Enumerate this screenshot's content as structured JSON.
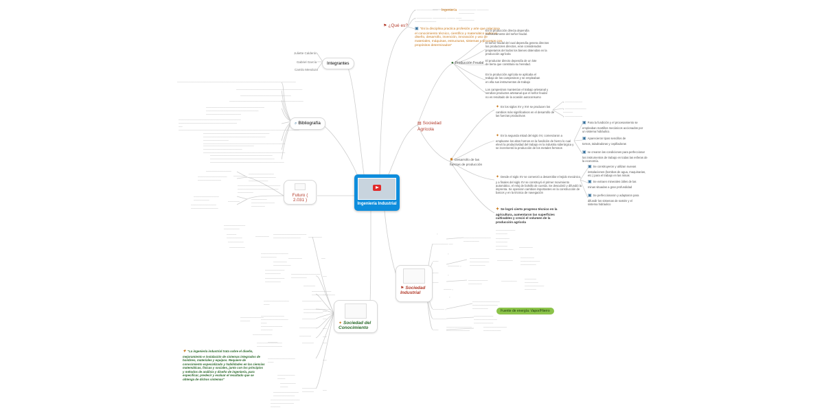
{
  "central": {
    "title": "Ingeniería Industrial"
  },
  "que_es": {
    "label": "¿Qué es?",
    "topline_a": "Ingeniería",
    "definition": "\"Es la disciplina practica profesión y arte que relaciona el conocimiento técnico, científico y matemático sobre el diseño, desarrollo, invención, innovación y uso de materiales, máquinas, estructuras, sistemas y procesos con propósitos determinados\""
  },
  "integrantes": {
    "label": "Integrantes",
    "members": [
      "Juliette Calderón",
      "Gabriel García",
      "Camilo Mendoza"
    ]
  },
  "bibliografia": {
    "label": "Bibliografía"
  },
  "futuro": {
    "label": "Futuro ( 2.031 )"
  },
  "sociedad_agricola": {
    "label": "Sociedad Agrícola",
    "produccion_feudal": {
      "label": "Producción Feudal",
      "items": [
        "En la producción directa dependía exclusivamente del señor feudal.",
        "El señor feudal del cual dependía genera directos los productores directos, eran considerados propietarios del todos los bienes obtenidos en la producción agrícola",
        "El productor directo dependía de un lote de tierra que constituía su heredad.",
        "En la producción agrícola se aplicaba el trabajo de los campesinos y se empleaban en ella sus instrumentos de trabajo",
        "Los campesinos mantenían el trabajo artesanal y vendían productos artesanal que el señor feudal no es resultado de la ocasión autoconsumo"
      ]
    },
    "desarrollo": {
      "label": "Desarrollo de las fuerzas de producción",
      "siglo_xv": "En los siglos XV y XVI se producen los cambios más significativos en el desarrollo de las fuerzas productivas",
      "segunda_mitad": "En la segunda mitad del siglo XV, comenzaron a emplearse los altos hornos en la fundición de hierro lo cual elevó la productividad del trabajo en la industria siderúrgica y se incrementó la producción de los metales ferrosos",
      "segunda_mitad_children": [
        "Para la fundición y el procesamiento se empleaban martillos mecánicos accionados por un sistema hidráulico.",
        "Aparecieron tipos sencillos de tornos, taladradoras y cepilladoras",
        "se crearon las condiciones para perfeccionar los instrumentos de trabajo en todas las esferas de la economía."
      ],
      "xvi": "Desde el siglo XV se comenzó a desarrollar el tejido mecánico, y a finales del siglo XV se construyó el primer movimiento automático, el reloj de bolsillo de cuerda. Se descubrió y difundió la imprenta. Se operaron cambios importantes en la construcción de barcos y en la técnica de navegación",
      "xvi_children": [
        "Se construyeron y utilizan nuevas instalaciones (bombas de agua, maquinarias, etc.) para el trabajo en las minas",
        "Se extraen minerales útiles de las minas situadas a gran profundidad",
        "Se perfeccionaron y adaptaron para difundir los sistemas de sostén y el sistema hidráulico"
      ],
      "conclusion": "Se logró cierto progreso técnico en la agricultura, aumentaron las superficies cultivables y creció el volumen de la producción agrícola"
    }
  },
  "sociedad_industrial": {
    "label": "Sociedad Industrial",
    "pill": "Fuente de energía: Vapor/Hierro"
  },
  "sociedad_conocimiento": {
    "label": "Sociedad del Conocimiento",
    "quote": "\"La ingeniería industrial trata sobre el diseño, mejoramiento e instalación de sistemas integrados de hombres, materiales y equipos. Requiere de conocimiento especializado y habilidades en las ciencias matemáticas, físicas y sociales, junto con los principios y métodos de análisis y diseño de ingeniería, para especificar, predecir y evaluar el resultado que se obtenga de dichos sistemas\""
  },
  "colors": {
    "center": "#0e8ddc",
    "line": "#cdcdcd",
    "pill": "#8bc34a"
  }
}
